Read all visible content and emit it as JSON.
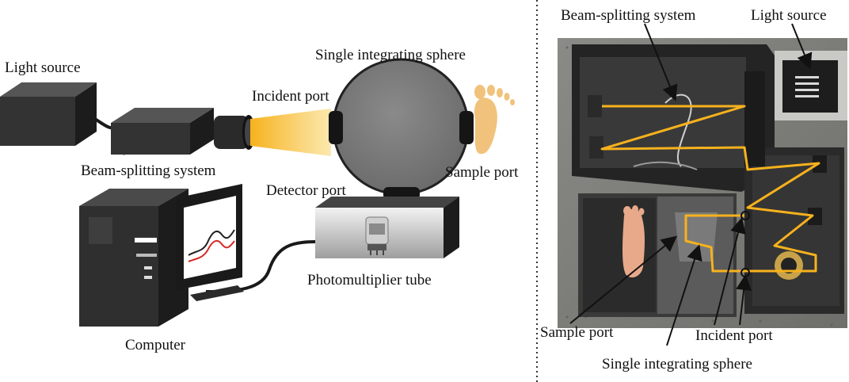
{
  "left_panel": {
    "labels": {
      "light_source": "Light source",
      "single_integrating_sphere": "Single integrating sphere",
      "incident_port": "Incident port",
      "beam_splitting_system": "Beam-splitting system",
      "sample_port": "Sample port",
      "detector_port": "Detector port",
      "photomultiplier_tube": "Photomultiplier tube",
      "computer": "Computer"
    }
  },
  "right_panel": {
    "labels": {
      "beam_splitting_system": "Beam-splitting system",
      "light_source": "Light source",
      "sample_port": "Sample port",
      "incident_port": "Incident port",
      "single_integrating_sphere": "Single integrating sphere"
    }
  },
  "colors": {
    "beam": "#f7b21d",
    "device_dark": "#2e2e2e",
    "sphere": "#7c7c7c",
    "spectrum_black": "#222222",
    "spectrum_red": "#d62828"
  }
}
